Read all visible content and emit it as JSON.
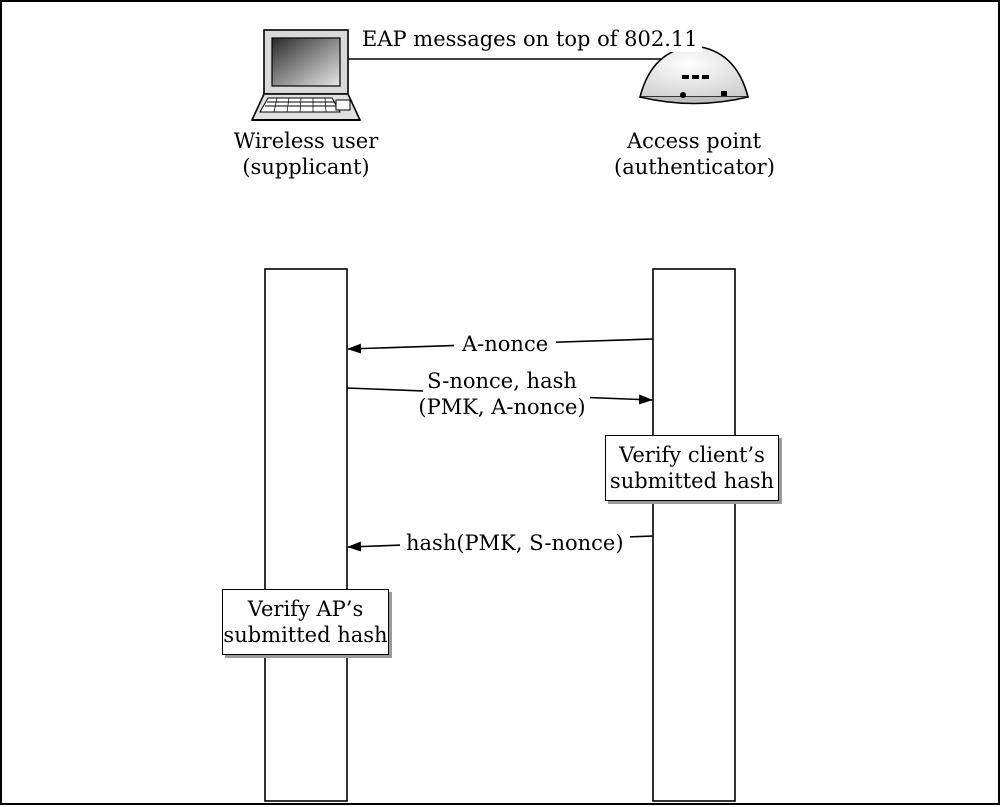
{
  "header": {
    "link_label": "EAP messages on top of 802.11"
  },
  "actors": {
    "supplicant": {
      "line1": "Wireless user",
      "line2": "(supplicant)",
      "icon": "laptop-icon"
    },
    "authenticator": {
      "line1": "Access point",
      "line2": "(authenticator)",
      "icon": "access-point-icon"
    }
  },
  "messages": [
    {
      "direction": "ap-to-client",
      "line1": "A-nonce"
    },
    {
      "direction": "client-to-ap",
      "line1": "S-nonce, hash",
      "line2": "(PMK, A-nonce)"
    },
    {
      "direction": "ap-to-client",
      "line1": "hash(PMK, S-nonce)"
    }
  ],
  "processes": {
    "verify_client": {
      "line1": "Verify client’s",
      "line2": "submitted hash"
    },
    "verify_ap": {
      "line1": "Verify AP’s",
      "line2": "submitted hash"
    }
  }
}
